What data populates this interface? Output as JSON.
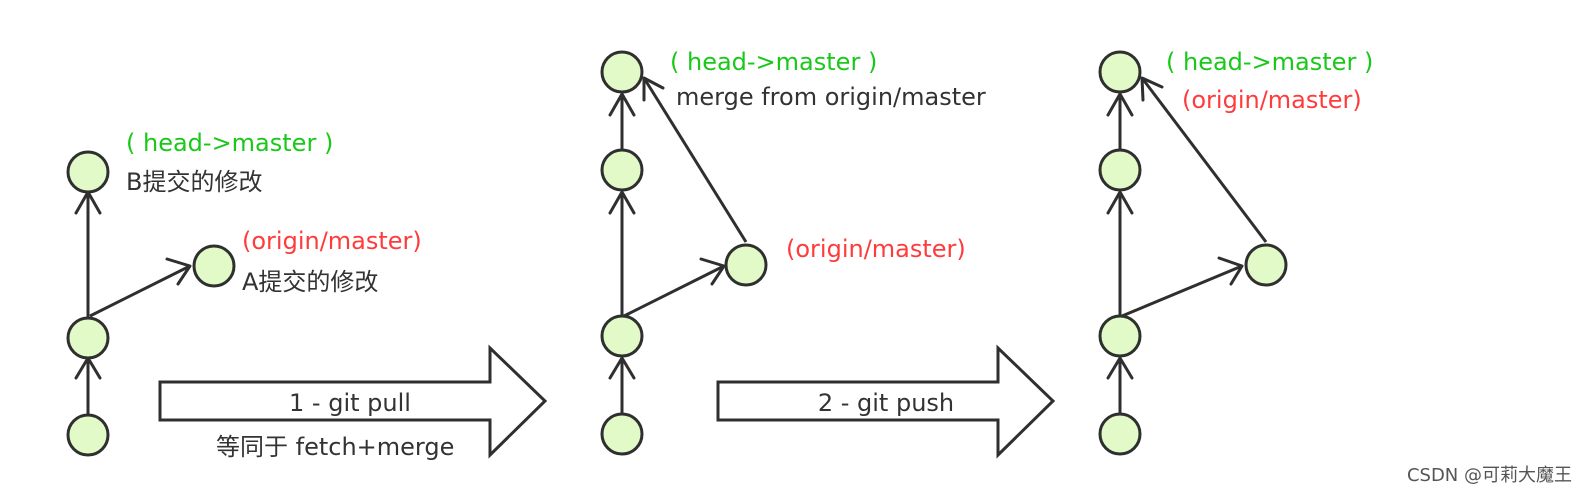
{
  "colors": {
    "node_fill": "#e2fac8",
    "stroke": "#2f2f2f",
    "branch_label": "#19c819",
    "remote_label": "#ff3b3b",
    "text": "#333333"
  },
  "diagram1": {
    "head_label": "( head->master )",
    "head_commit_note": "B提交的修改",
    "origin_label": "(origin/master)",
    "origin_commit_note": "A提交的修改"
  },
  "step1": {
    "label": "1 - git pull",
    "note": "等同于 fetch+merge"
  },
  "diagram2": {
    "head_label": "( head->master )",
    "merge_note": "merge from origin/master",
    "origin_label": "(origin/master)"
  },
  "step2": {
    "label": "2 - git push"
  },
  "diagram3": {
    "head_label": "( head->master )",
    "origin_label": "(origin/master)"
  },
  "watermark": "CSDN @可莉大魔王"
}
